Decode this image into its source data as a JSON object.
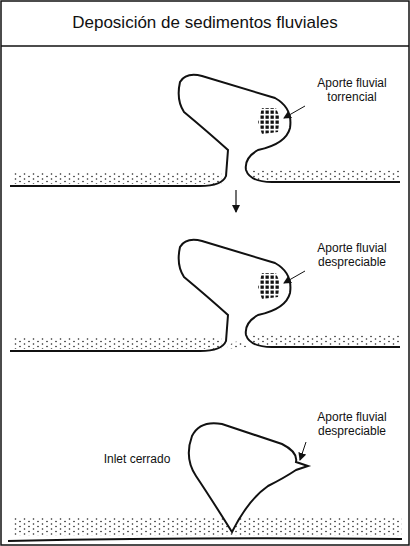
{
  "diagram": {
    "title": "Deposición de sedimentos fluviales",
    "labels": [
      "Aporte fluvial torrencial",
      "Aporte fluvial despreciable",
      "Inlet cerrado",
      "Aporte fluvial despreciable"
    ]
  }
}
